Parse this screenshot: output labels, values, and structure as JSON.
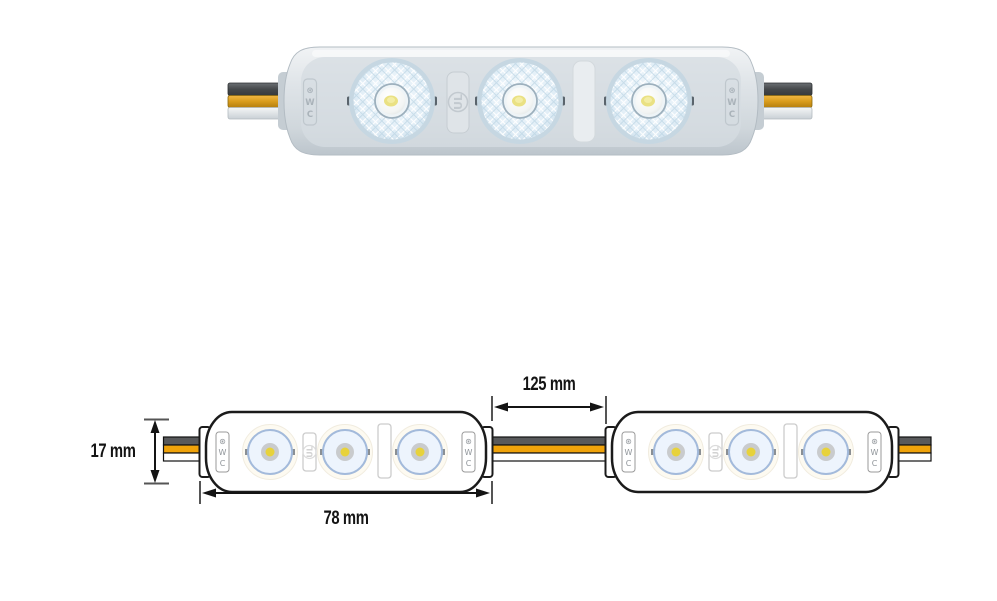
{
  "photo": {
    "terminal": {
      "sym": "⊛",
      "w": "W",
      "c": "C"
    },
    "cert": "UL",
    "colors": {
      "body": "#d8dde2",
      "lens_bezel": "#c6d7e2",
      "lens_facets": "#e9f2f9",
      "led_chip": "#eae183",
      "wire_dark": "#4e5154",
      "wire_amber": "#d99f21",
      "wire_white": "#e2e6e9"
    }
  },
  "diagram": {
    "dim_height": "17 mm",
    "dim_length": "78 mm",
    "dim_spacing": "125 mm",
    "terminal": {
      "sym": "⊛",
      "w": "W",
      "c": "C"
    },
    "cert": "UL",
    "colors": {
      "line": "#1b1b1b",
      "extension_line": "#555555",
      "wire_dark": "#58595b",
      "wire_amber": "#f0a30b",
      "wire_white": "#ffffff",
      "led_ring": "#a3badb",
      "led_fill": "#edf4fd",
      "led_inner": "#c9cbcd",
      "led_dot": "#e7d23b",
      "led_halo": "#fdfaf1"
    }
  }
}
